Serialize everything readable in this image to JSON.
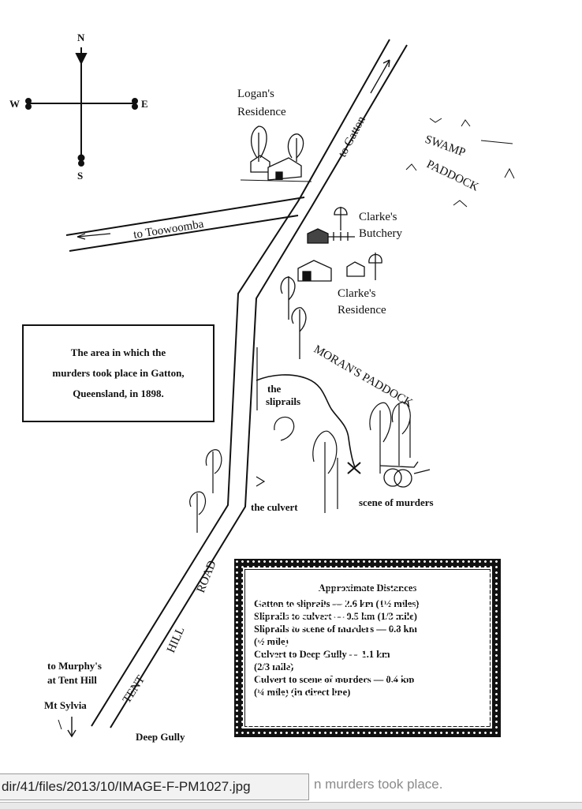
{
  "compass": {
    "n": "N",
    "s": "S",
    "e": "E",
    "w": "W"
  },
  "places": {
    "logans_line1": "Logan's",
    "logans_line2": "Residence",
    "to_gatton": "to Gatton",
    "swamp_line1": "SWAMP",
    "swamp_line2": "PADDOCK",
    "to_toowoomba": "to Toowoomba",
    "clarkes_butchery_line1": "Clarke's",
    "clarkes_butchery_line2": "Butchery",
    "clarkes_residence_line1": "Clarke's",
    "clarkes_residence_line2": "Residence",
    "morans_paddock": "MORAN'S PADDOCK",
    "sliprails_line1": "the",
    "sliprails_line2": "sliprails",
    "culvert": "the culvert",
    "scene": "scene of murders",
    "road_tent": "TENT",
    "road_hill": "HILL",
    "road_road": "ROAD",
    "murphys_line1": "to Murphy's",
    "murphys_line2": "at Tent Hill",
    "mt_sylvia": "Mt Sylvia",
    "deep_gully": "Deep Gully"
  },
  "info_box": {
    "line1": "The area in which the",
    "line2": "murders took place in Gatton,",
    "line3": "Queensland, in 1898."
  },
  "distances": {
    "title": "Approximate Distances",
    "rows": [
      "Gatton to sliprails — 2.6 km (1½ miles)",
      "Sliprails to culvert — 0.5 km (1/3 mile)",
      "Sliprails to scene of murders — 0.8 km",
      "(½ mile)",
      "Culvert to Deep Gully — 1.1 km",
      "(2/3 mile)",
      "Culvert to scene of murders — 0.4 km",
      "(¼ mile) (in direct line)"
    ]
  },
  "browser": {
    "url_tip": "dir/41/files/2013/10/IMAGE-F-PM1027.jpg",
    "caption_fragment": "n murders took place."
  }
}
